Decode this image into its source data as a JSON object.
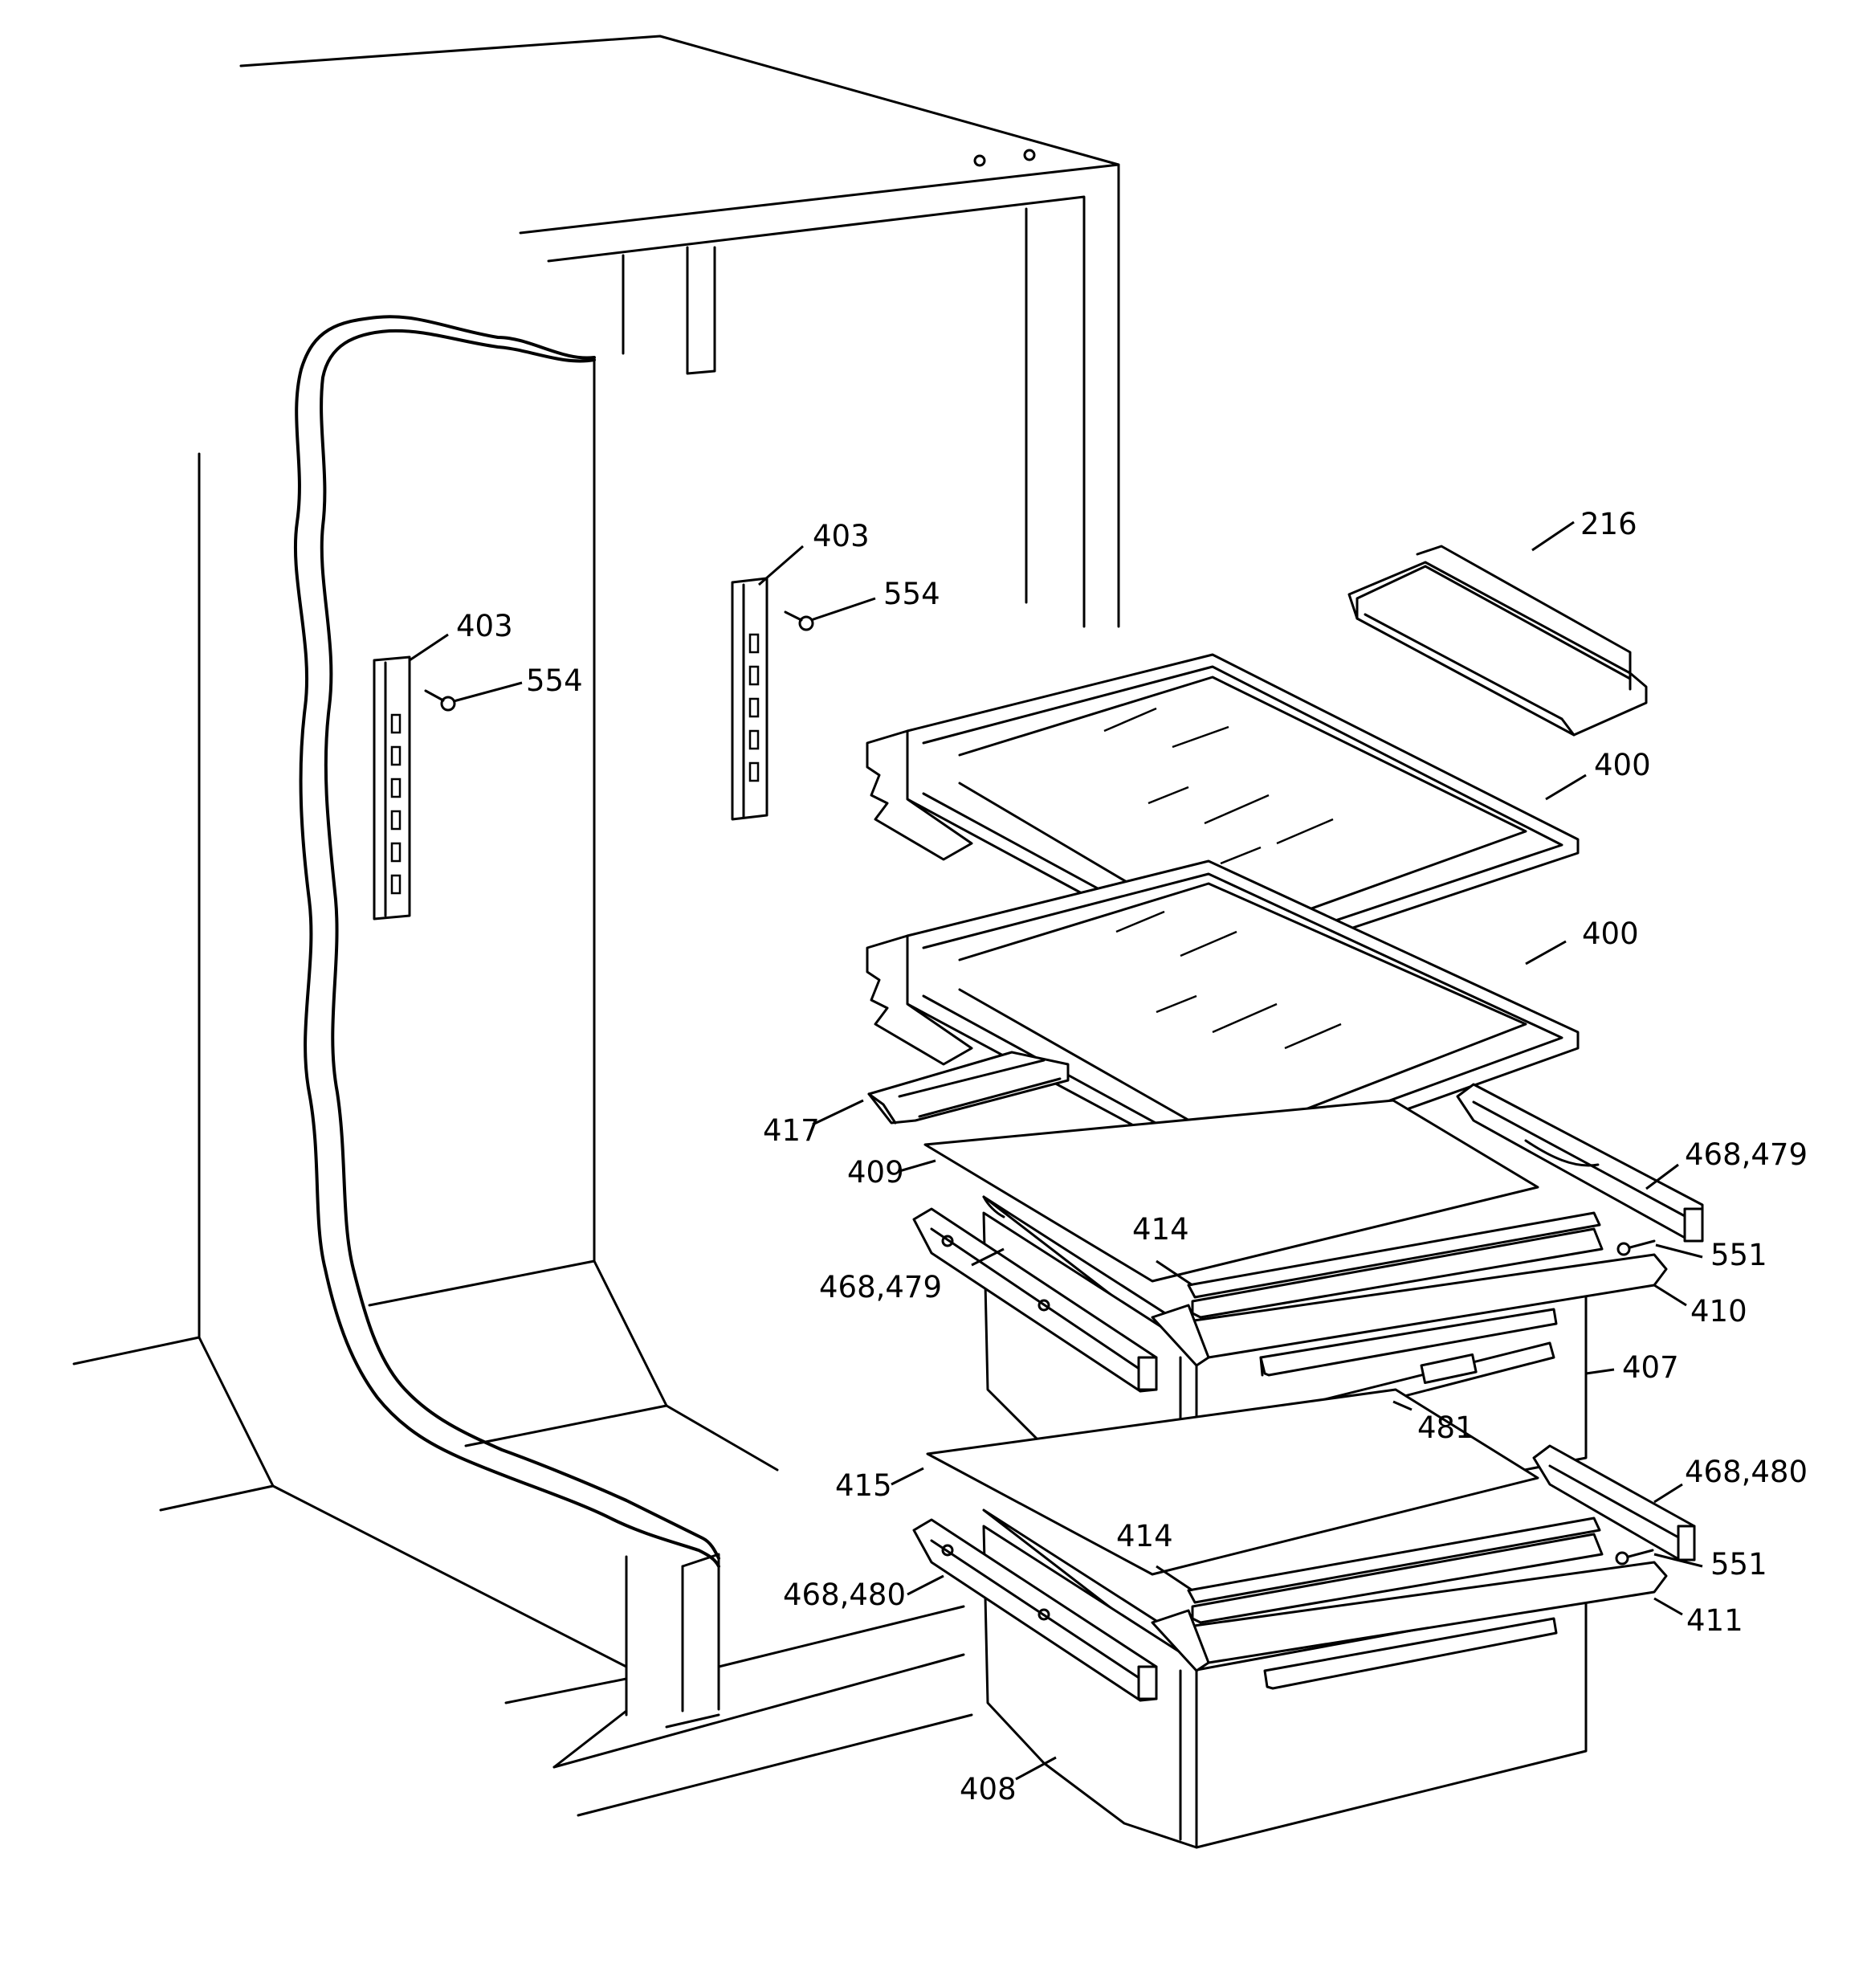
{
  "labels": {
    "l216": "216",
    "l400a": "400",
    "l400b": "400",
    "l403a": "403",
    "l403b": "403",
    "l554a": "554",
    "l554b": "554",
    "l417": "417",
    "l409": "409",
    "l468_479a": "468,479",
    "l468_479b": "468,479",
    "l414a": "414",
    "l414b": "414",
    "l551a": "551",
    "l551b": "551",
    "l410": "410",
    "l407": "407",
    "l481": "481",
    "l415": "415",
    "l468_480a": "468,480",
    "l468_480b": "468,480",
    "l411": "411",
    "l408": "408"
  }
}
